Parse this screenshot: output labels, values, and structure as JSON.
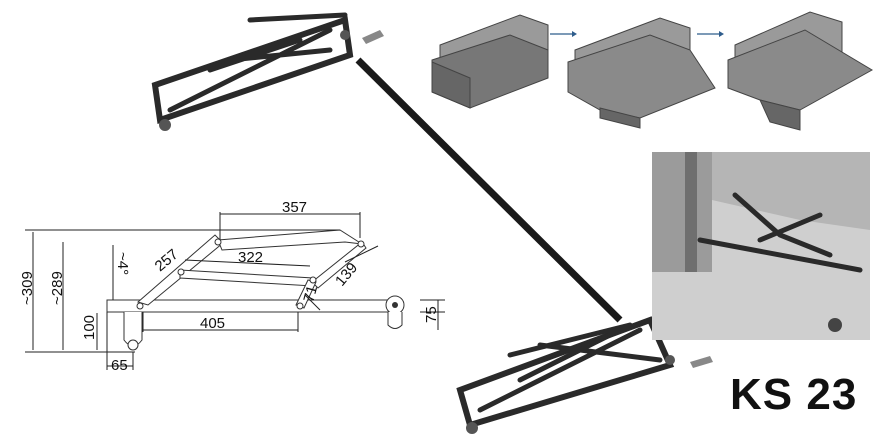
{
  "product": {
    "model": "KS 23"
  },
  "dimensions": {
    "top_span": "357",
    "middle_span": "322",
    "arm_length": "257",
    "angle": "~4°",
    "front_arm": "139",
    "small_link": "71",
    "base_span": "405",
    "overall_height": "~309",
    "height_to_arm": "~289",
    "leg_height": "100",
    "leg_offset": "65",
    "roller_height": "75"
  },
  "colors": {
    "metal": "#2a2a2a",
    "sofa": "#8a8a8a",
    "arrow": "#2f5d8c"
  }
}
